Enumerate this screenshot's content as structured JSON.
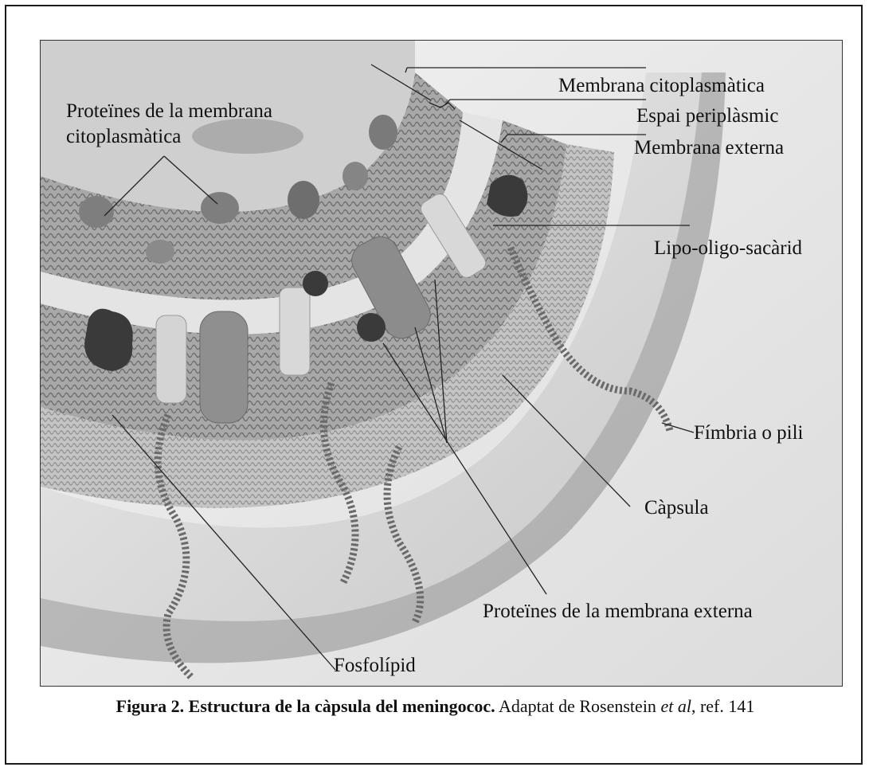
{
  "diagram": {
    "labels": {
      "membrana_citoplasmatica": "Membrana citoplasmàtica",
      "espai_periplasmic": "Espai periplàsmic",
      "membrana_externa": "Membrana externa",
      "proteines_mc_line1": "Proteïnes de la membrana",
      "proteines_mc_line2": "citoplasmàtica",
      "lipo_oligo_sacarid": "Lipo-oligo-sacàrid",
      "fimbria_o_pili": "Fímbria o pili",
      "capsula": "Càpsula",
      "proteines_me": "Proteïnes de la membrana externa",
      "fosfolipid": "Fosfolípid"
    }
  },
  "caption": {
    "bold_part": "Figura 2. Estructura de la càpsula del meningococ.",
    "plain_part_1": "Adaptat de Rosenstein ",
    "italic_part": "et al",
    "plain_part_2": ", ref. 141"
  },
  "colors": {
    "background": "#e9e9e9",
    "membrane": "#9a9a9a",
    "capsule": "#d8d8d8",
    "protein_dark": "#3a3a3a"
  }
}
